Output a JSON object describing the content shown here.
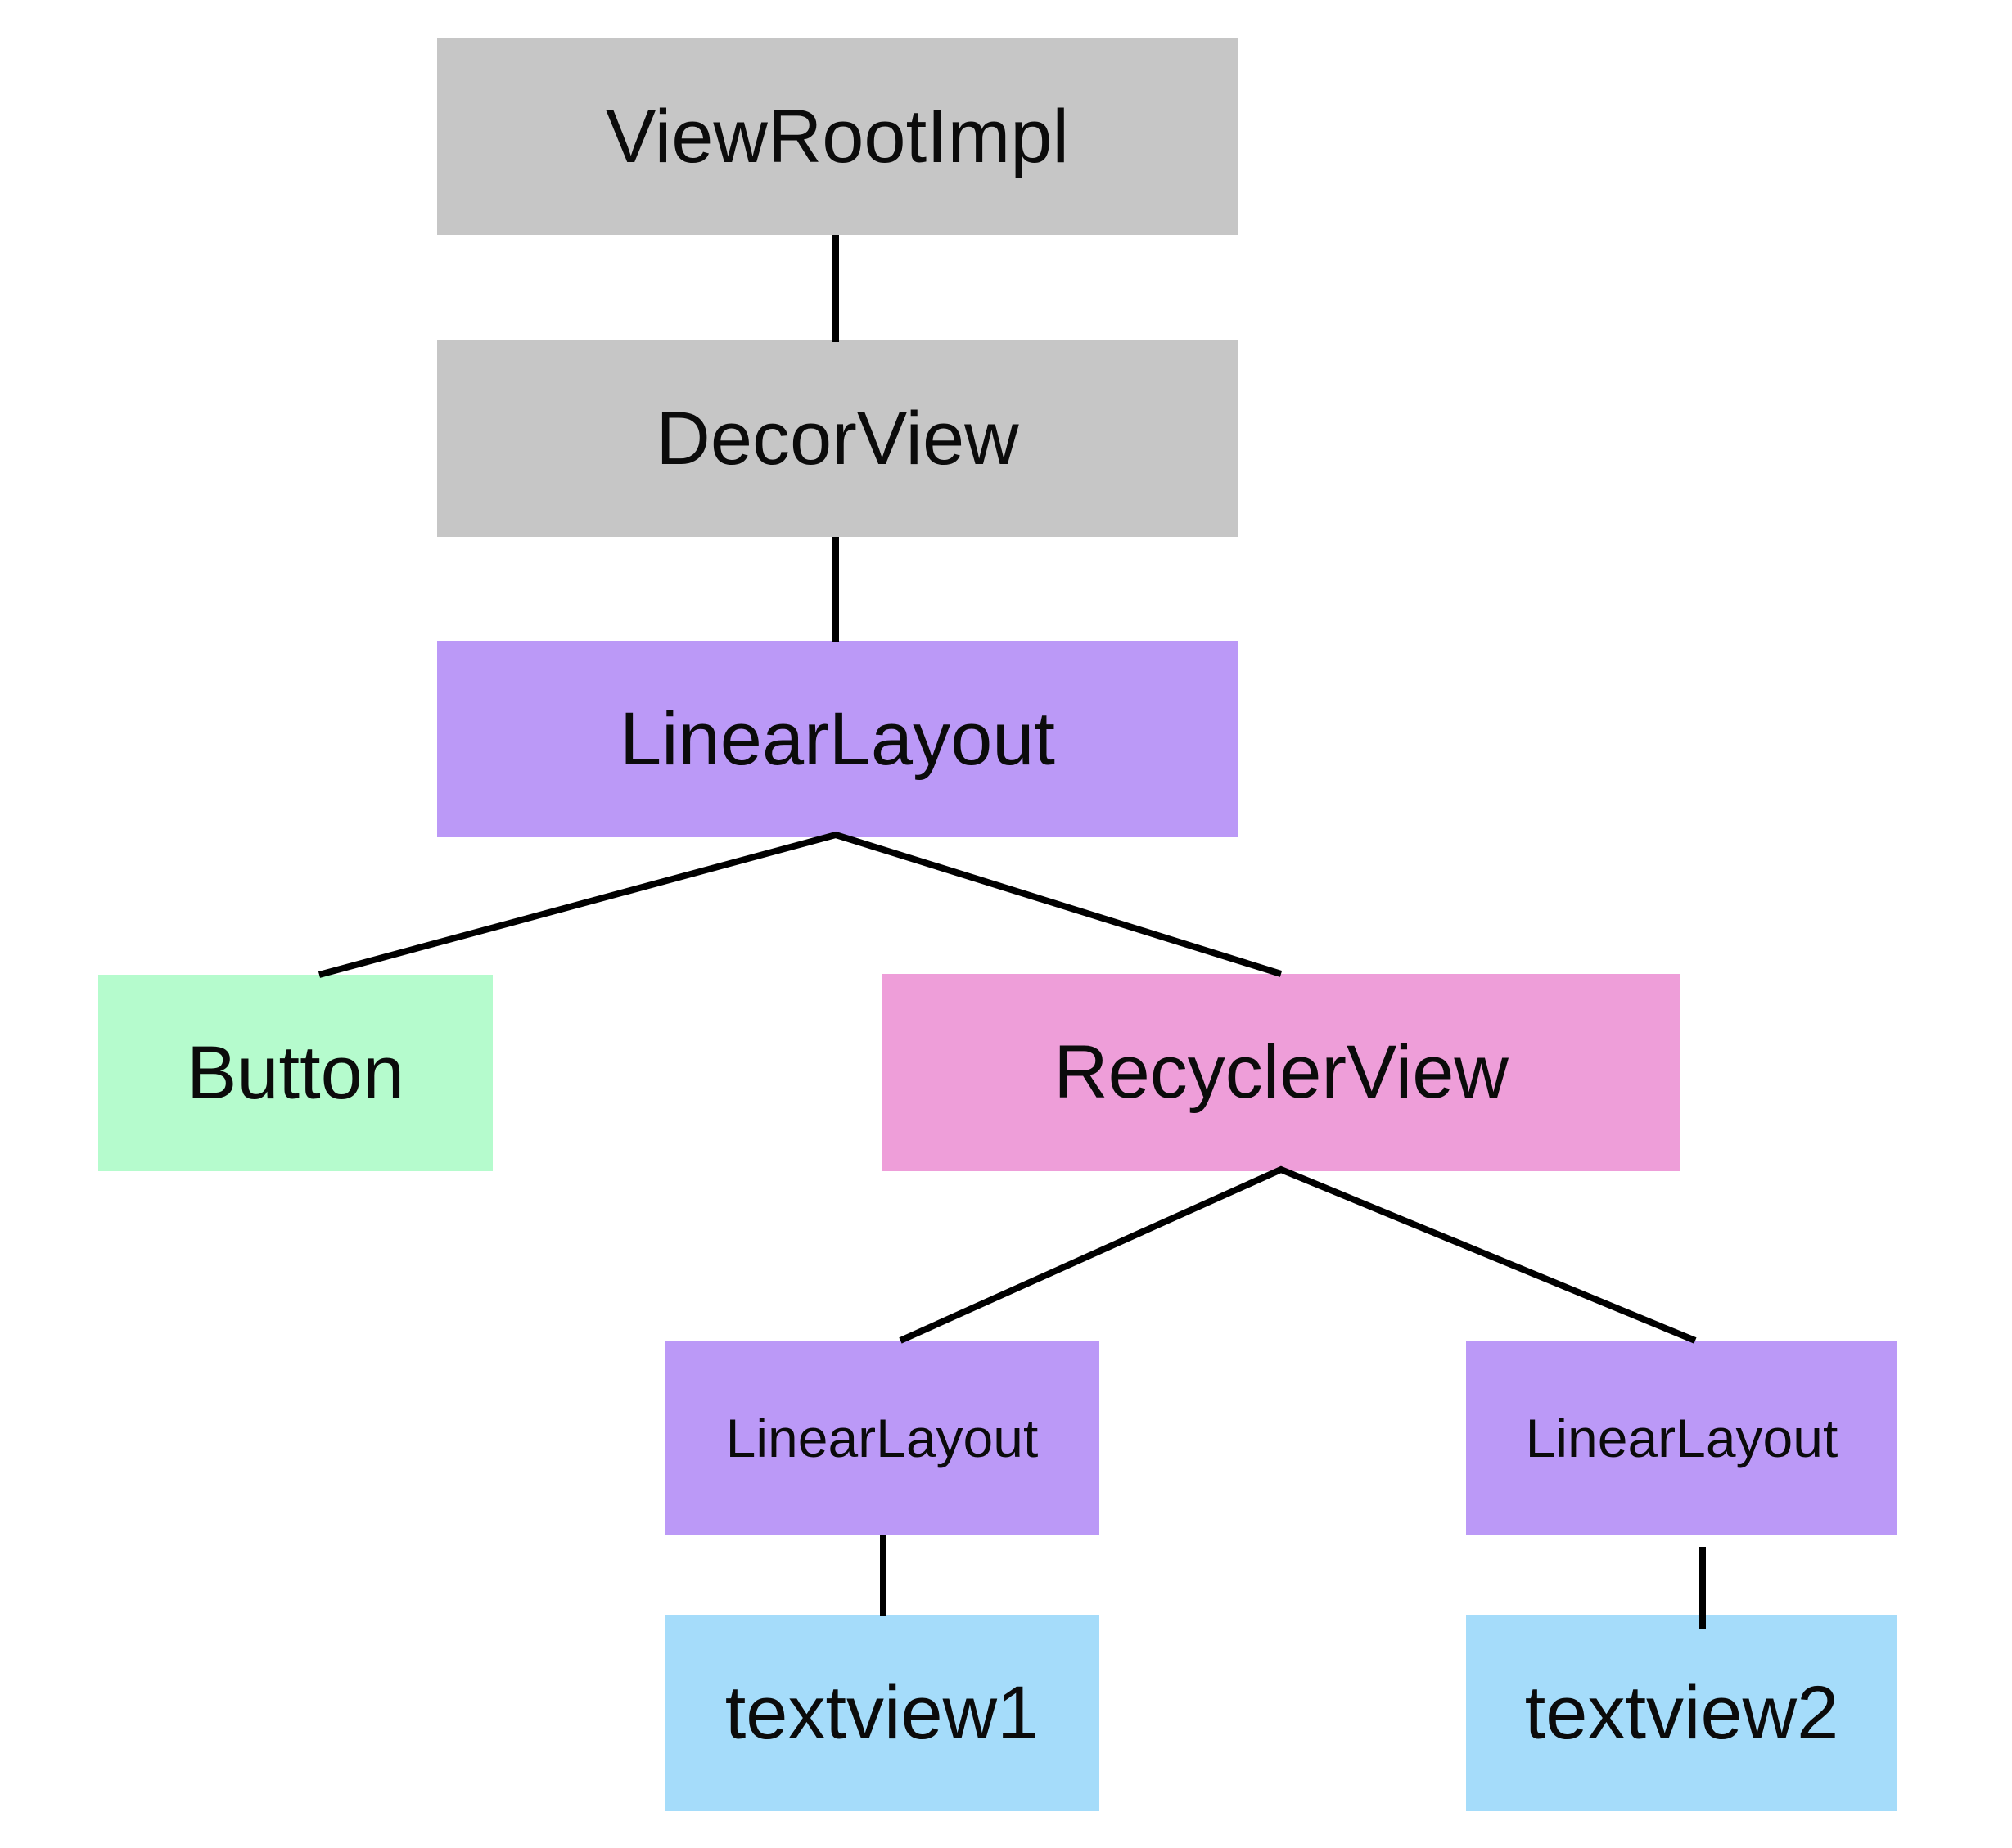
{
  "diagram": {
    "title": "android-view-hierarchy-tree",
    "nodes": {
      "viewrootimpl": {
        "label": "ViewRootImpl"
      },
      "decorview": {
        "label": "DecorView"
      },
      "linearlayout_root": {
        "label": "LinearLayout"
      },
      "button": {
        "label": "Button"
      },
      "recyclerview": {
        "label": "RecyclerView"
      },
      "linearlayout_item1": {
        "label": "LinearLayout"
      },
      "linearlayout_item2": {
        "label": "LinearLayout"
      },
      "textview1": {
        "label": "textview1"
      },
      "textview2": {
        "label": "textview2"
      }
    },
    "colors": {
      "system_node": "#C6C6C6",
      "layout_node": "#BB99F7",
      "button_node": "#B5FBCD",
      "recycler_node": "#EE9ED9",
      "textview_node": "#A5DCFA",
      "connector": "#000000",
      "background": "#FFFFFF",
      "text": "#0B0B0B"
    }
  }
}
